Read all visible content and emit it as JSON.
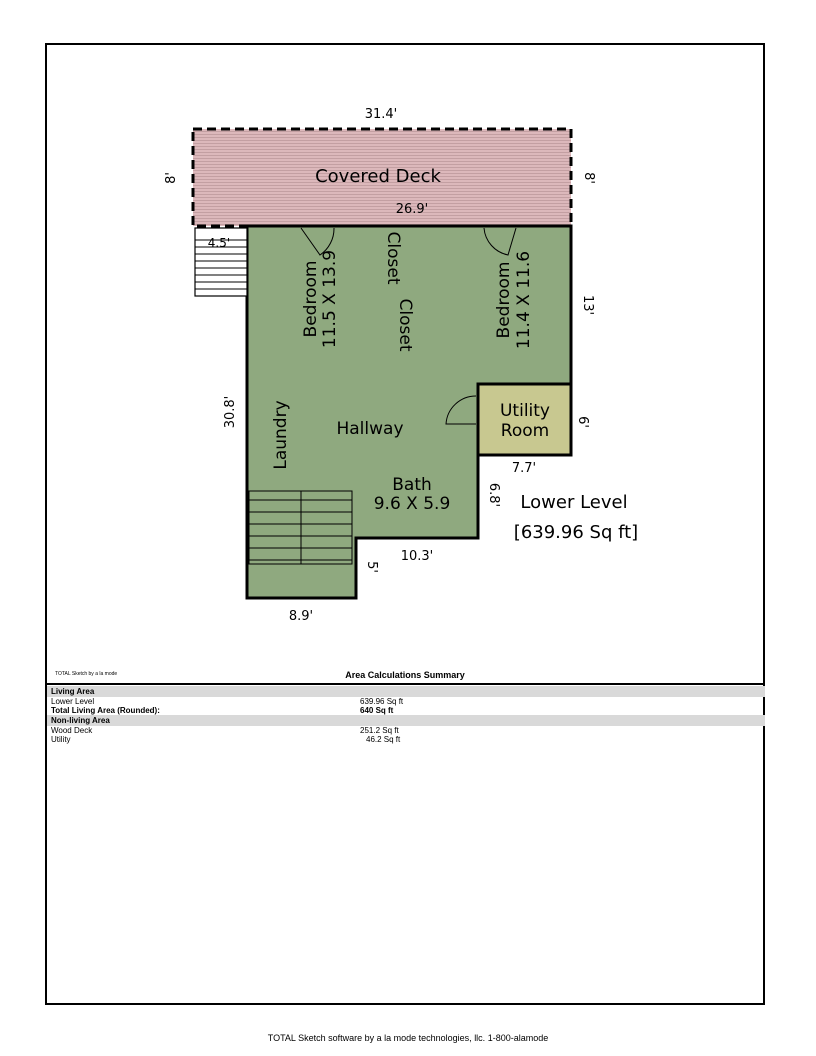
{
  "sketch": {
    "covered_deck": "Covered Deck",
    "bedroom1": "Bedroom",
    "bedroom1_dim": "11.5 X 13.9",
    "closet1": "Closet",
    "closet2": "Closet",
    "bedroom2": "Bedroom",
    "bedroom2_dim": "11.4 X 11.6",
    "laundry": "Laundry",
    "hallway": "Hallway",
    "utility_line1": "Utility",
    "utility_line2": "Room",
    "bath": "Bath",
    "bath_dim": "9.6 X 5.9",
    "level_name": "Lower Level",
    "level_area": "[639.96 Sq ft]",
    "dimensions": {
      "top": "31.4'",
      "deck_left": "8'",
      "deck_right": "8'",
      "deck_bottom": "26.9'",
      "stair_width": "4.5'",
      "right_upper": "13'",
      "left_side": "30.8'",
      "utility_right": "6'",
      "utility_bottom": "7.7'",
      "bath_right": "6.8'",
      "bath_bottom": "10.3'",
      "notch": "5'",
      "bottom": "8.9'"
    }
  },
  "summary": {
    "brand": "TOTAL Sketch by a la mode",
    "title": "Area Calculations Summary",
    "living_header": "Living Area",
    "lower_level_label": "Lower Level",
    "lower_level_value": "639.96 Sq ft",
    "total_label": "Total Living Area (Rounded):",
    "total_value": "640 Sq ft",
    "nonliving_header": "Non-living Area",
    "wood_deck_label": "Wood Deck",
    "wood_deck_value": "251.2 Sq ft",
    "utility_label": "Utility",
    "utility_value": "46.2 Sq ft"
  },
  "footer": "TOTAL Sketch software by a la mode technologies, llc. 1-800-alamode",
  "colors": {
    "living": "#8fa97f",
    "deck": "#d9b3b6",
    "utility": "#c8c890",
    "stroke": "#000000"
  }
}
